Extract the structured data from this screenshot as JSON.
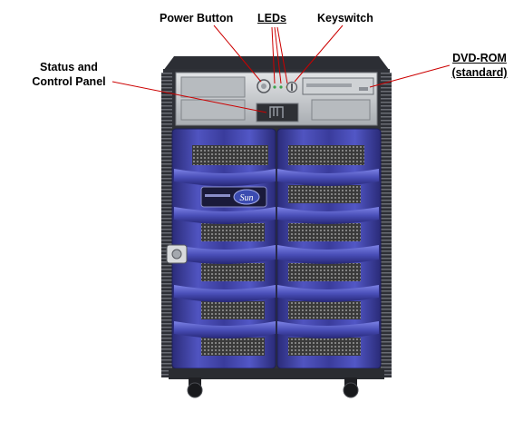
{
  "callouts": {
    "power_button": "Power Button",
    "leds": "LEDs",
    "keyswitch": "Keyswitch",
    "status_line1": "Status and",
    "status_line2": "Control Panel",
    "dvd_line1": "DVD-ROM",
    "dvd_line2": "(standard)"
  },
  "logo_text": "Sun",
  "colors": {
    "chassis_top": "#3c3f46",
    "front_bezel": "#c9ccd0",
    "door_blue": "#3d3fa0",
    "door_blue_light": "#6c72d8",
    "door_blue_dark": "#23246b",
    "leader_line": "#cc0000"
  }
}
